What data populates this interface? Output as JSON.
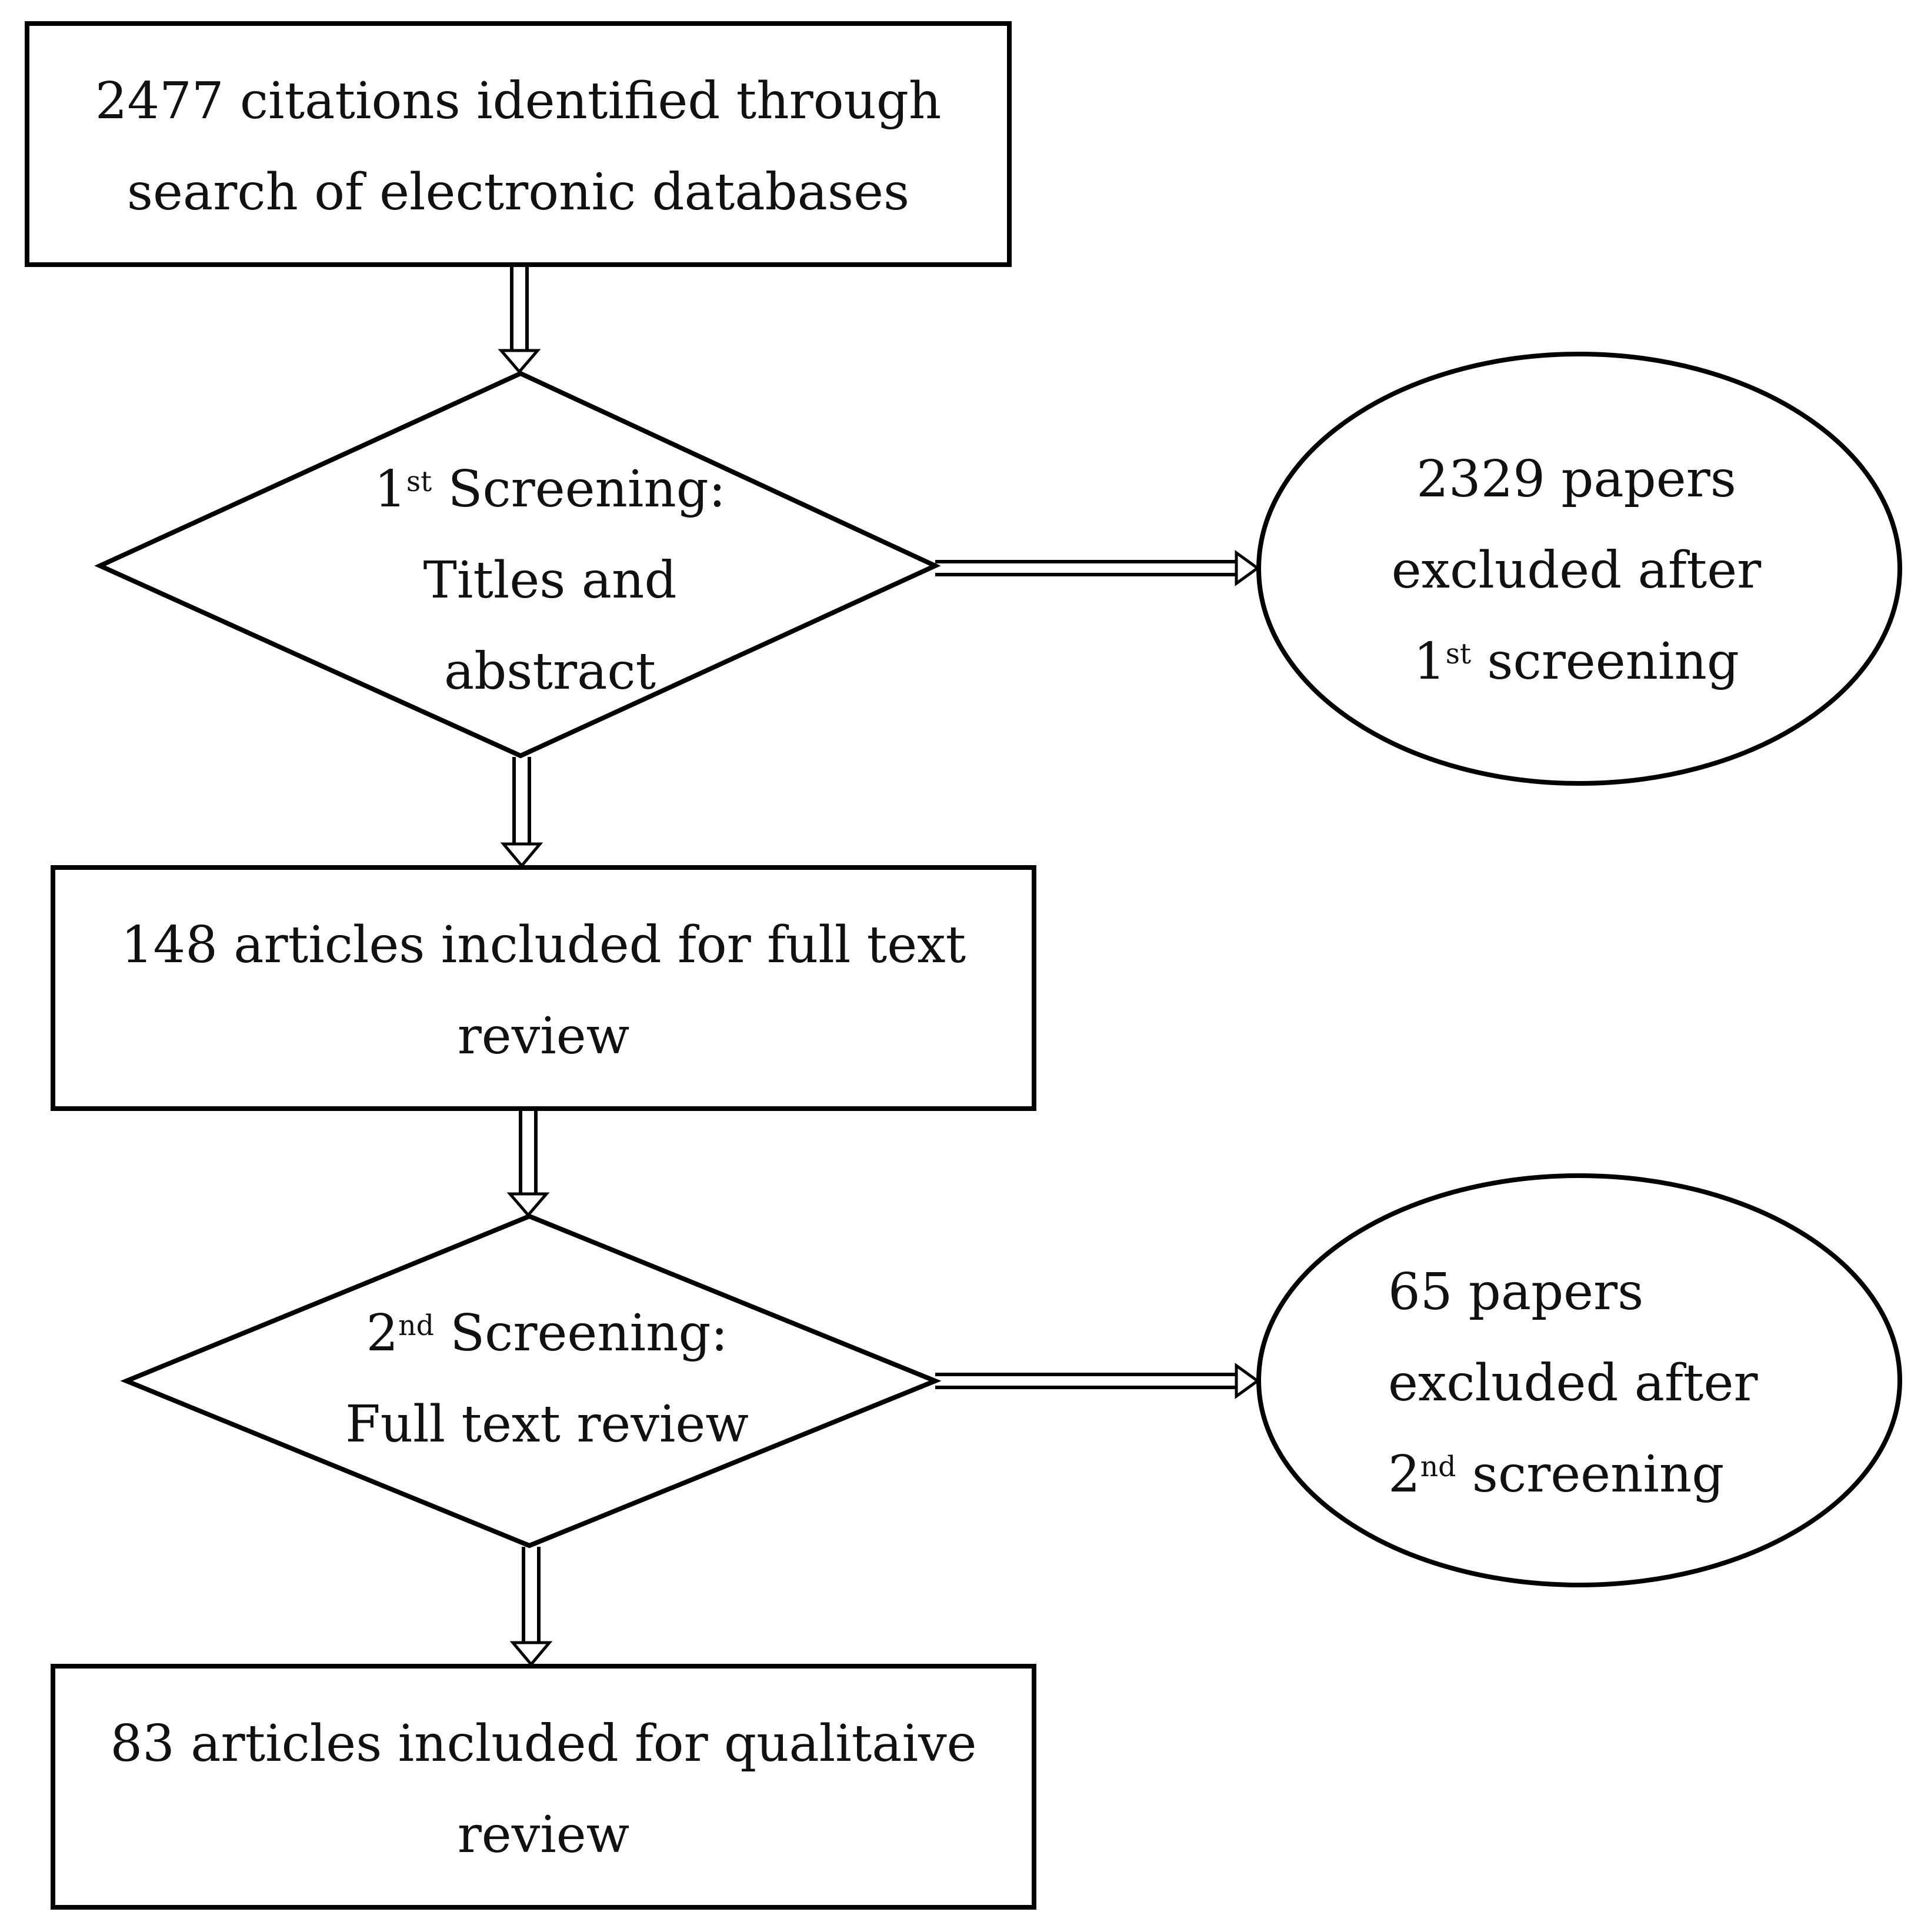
{
  "nodes": {
    "identified": {
      "line1": "2477 citations identified through",
      "line2": "search of electronic databases"
    },
    "screening1": {
      "line1_num": "1",
      "line1_sup": "st",
      "line1_rest": " Screening:",
      "line2": "Titles and",
      "line3": "abstract"
    },
    "excluded1": {
      "line1": "2329 papers",
      "line2": "excluded after",
      "line3_num": "1",
      "line3_sup": "st",
      "line3_rest": " screening"
    },
    "fulltext": {
      "line1": "148 articles included for full text",
      "line2": "review"
    },
    "screening2": {
      "line1_num": "2",
      "line1_sup": "nd",
      "line1_rest": " Screening:",
      "line2": "Full text review"
    },
    "excluded2": {
      "line1": "65 papers",
      "line2": "excluded after",
      "line3_num": "2",
      "line3_sup": "nd",
      "line3_rest": " screening"
    },
    "included": {
      "line1": "83 articles included for qualitaive",
      "line2": "review"
    }
  }
}
